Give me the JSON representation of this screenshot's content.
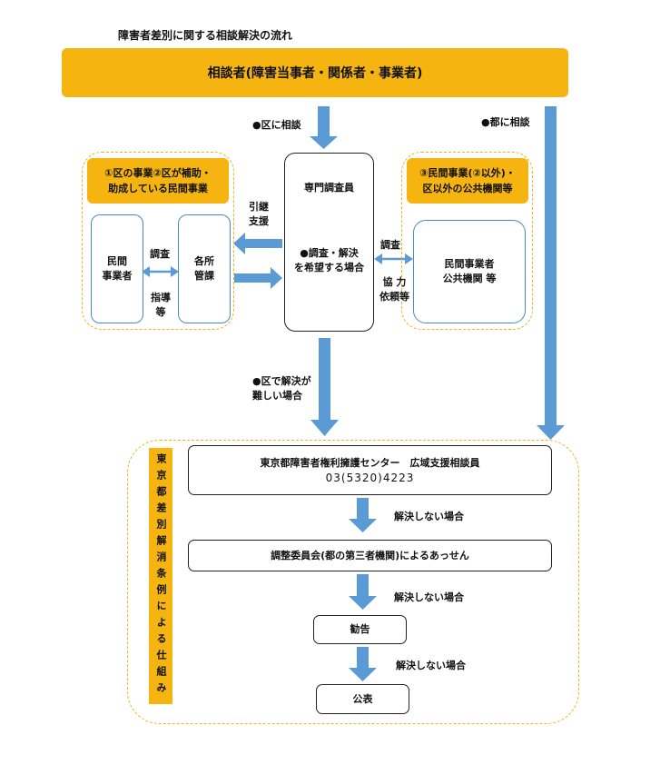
{
  "title": "障害者差別に関する相談解決の流れ",
  "consultant_banner": "相談者(障害当事者・関係者・事業者)",
  "left_arrow_label": "●区に相談",
  "right_arrow_label": "●都に相談",
  "group_left": {
    "header": "①区の事業②区が補助・\n助成している民間事業",
    "box_private": "民間\n事業者",
    "box_office": "各所\n管課",
    "label_adjust": "調査",
    "label_guidance": "指導\n等"
  },
  "handover_label": "引継\n支援",
  "center_box": {
    "title": "専門調査員",
    "body": "●調査・解決\nを希望する場合"
  },
  "group_right": {
    "header": "③民間事業(②以外)・\n区以外の公共機関等",
    "box": "民間事業者\n公共機関 等",
    "label_adjust": "調査",
    "label_cooperate": "協 力\n依頼等"
  },
  "middle_arrow_label": "●区で解決が\n難しい場合",
  "tokyo_band": "東京都差別解消条例による仕組み",
  "center_tokyo": {
    "name": "東京都障害者権利擁護センター　広域支援相談員",
    "phone": "03(5320)4223"
  },
  "unresolved_label": "解決しない場合",
  "committee": "調整委員会(都の第三者機関)によるあっせん",
  "recommendation": "勧告",
  "publication": "公表",
  "colors": {
    "accent_yellow": "#f5b40f",
    "arrow_blue": "#5b9bd5",
    "dashed_border": "#f0b41e"
  }
}
